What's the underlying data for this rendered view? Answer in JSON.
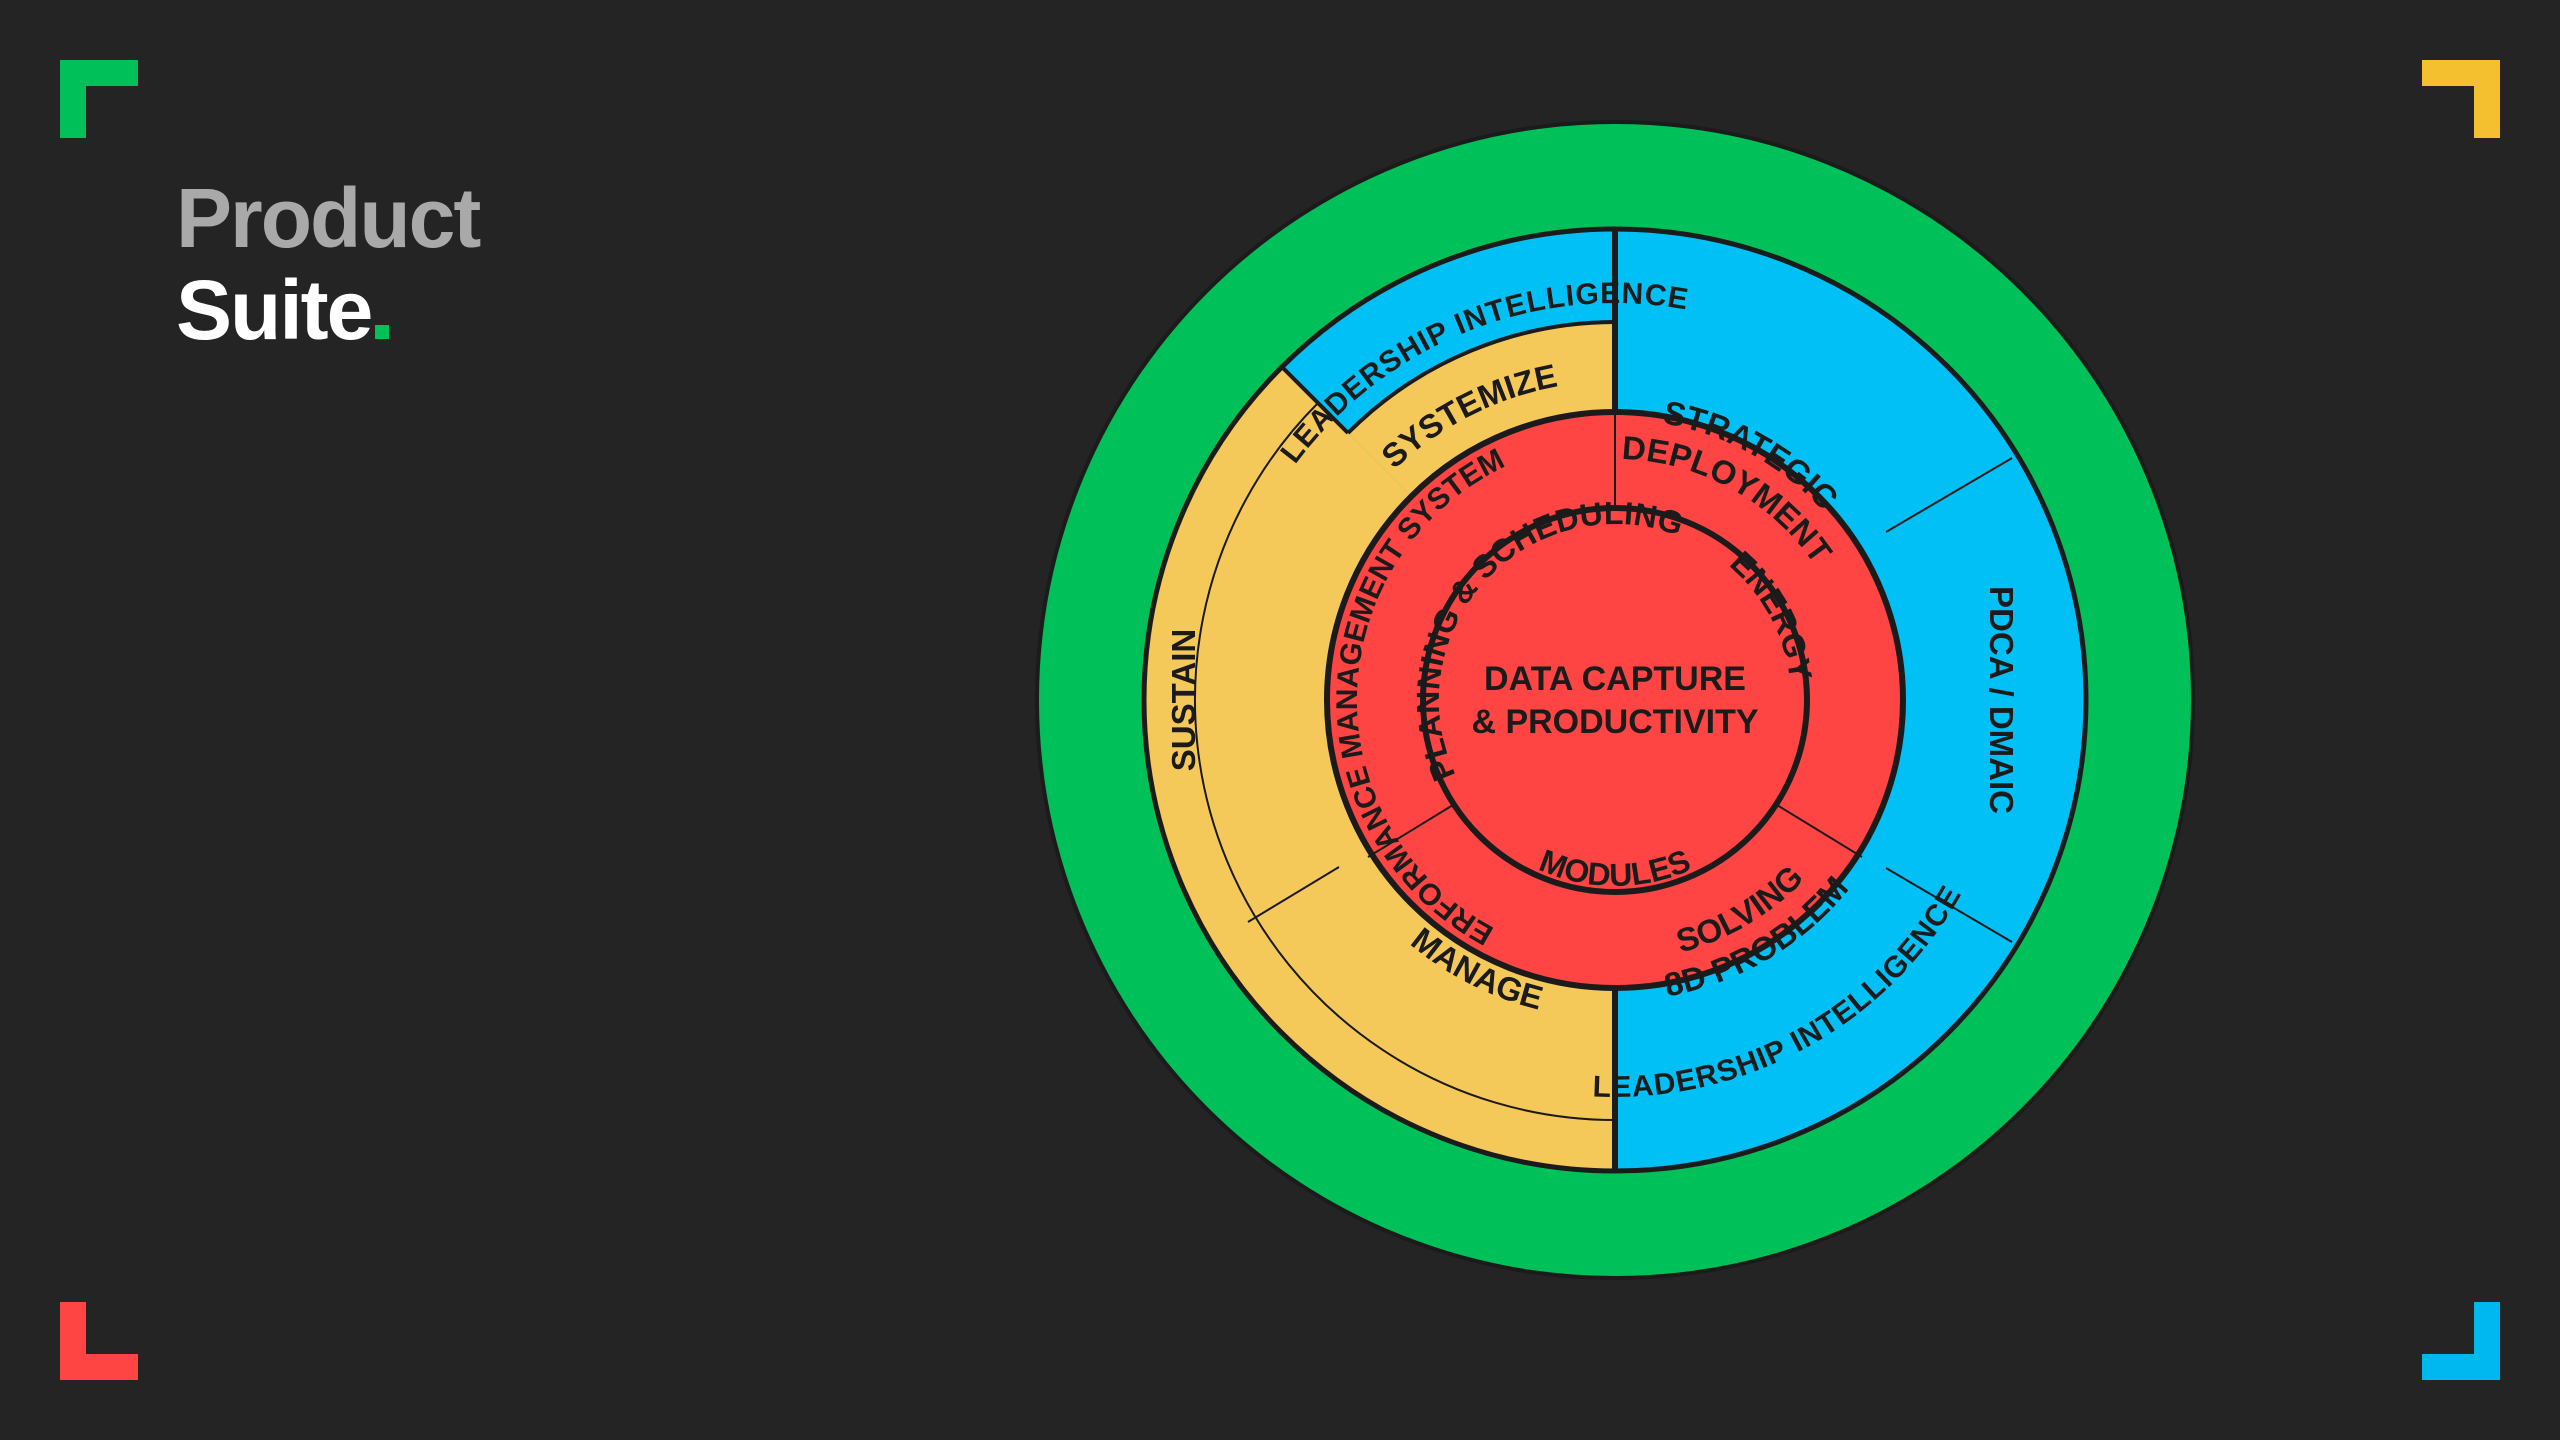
{
  "colors": {
    "background": "#242424",
    "green": "#00c05a",
    "blue": "#00c0f5",
    "yellow": "#f5c85a",
    "red": "#ff4444",
    "title_grey": "#a9a9a9",
    "title_white": "#ffffff"
  },
  "corners": {
    "top_left": "#00c05a",
    "top_right": "#f5c030",
    "bottom_left": "#ff4444",
    "bottom_right": "#00b8f0"
  },
  "title": {
    "line1": "Product",
    "line2": "Suite"
  },
  "diagram": {
    "outer_ring_top": "LEADERSHIP INTELLIGENCE",
    "outer_ring_bottom": "LEADERSHIP INTELLIGENCE",
    "blue_segments": {
      "systemize": "SYSTEMIZE",
      "strategic_line1": "STRATEGIC",
      "strategic_line2": "DEPLOYMENT",
      "pdca": "PDCA / DMAIC",
      "problem_line1": "8D PROBLEM",
      "problem_line2": "SOLVING"
    },
    "yellow_segments": {
      "sustain": "SUSTAIN",
      "manage": "MANAGE",
      "pms": "PERFORMANCE MANAGEMENT SYSTEM"
    },
    "red_segments": {
      "planning": "PLANNING & SCHEDULING",
      "energy": "ENERGY",
      "modules": "MODULES"
    },
    "center_line1": "DATA CAPTURE",
    "center_line2": "& PRODUCTIVITY"
  }
}
